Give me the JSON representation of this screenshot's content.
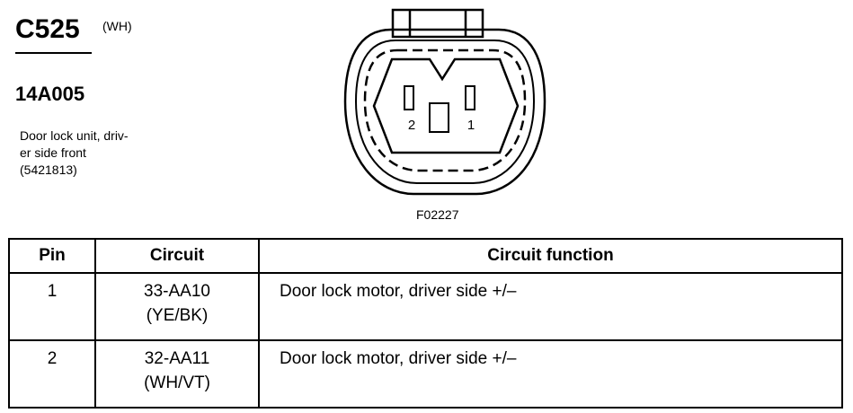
{
  "connector": {
    "id": "C525",
    "color_code": "(WH)",
    "part_number": "14A005",
    "description": "Door lock unit, driv-\ner side front\n(5421813)",
    "figure_code": "F02227",
    "pin_labels": {
      "left": "2",
      "right": "1"
    }
  },
  "table": {
    "headers": {
      "pin": "Pin",
      "circuit": "Circuit",
      "function": "Circuit function"
    },
    "rows": [
      {
        "pin": "1",
        "circuit": "33-AA10",
        "wire_color": "(YE/BK)",
        "function": "Door lock motor, driver side +/–"
      },
      {
        "pin": "2",
        "circuit": "32-AA11",
        "wire_color": "(WH/VT)",
        "function": "Door lock motor, driver side +/–"
      }
    ]
  }
}
